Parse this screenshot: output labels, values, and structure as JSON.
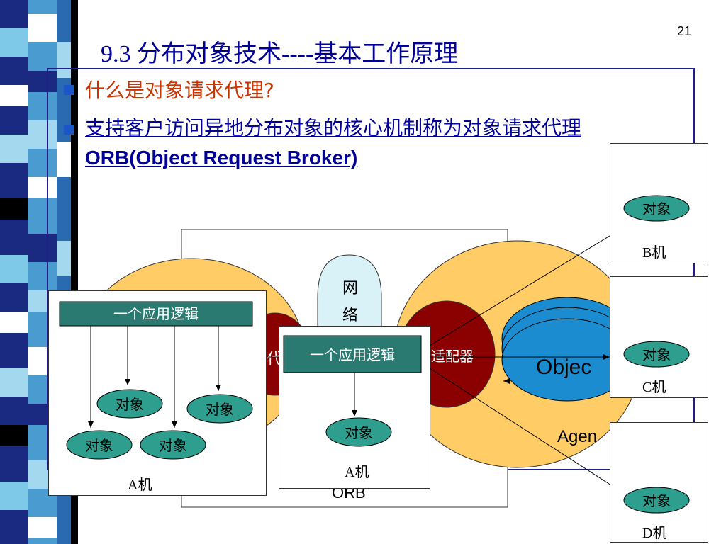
{
  "page_number": "21",
  "title": "9.3 分布对象技术----基本工作原理",
  "question": "什么是对象请求代理?",
  "definition_cn": "支持客户访问异地分布对象的核心机制称为对象请求代理",
  "definition_en": "ORB(Object Request Broker)",
  "diagram": {
    "network_label": "网络",
    "proxy_fragment": "代",
    "adapter_label": "适配器",
    "object_fragment": "Objec",
    "agent_fragment": "Agen",
    "orb_label": "ORB",
    "app_logic": "一个应用逻辑",
    "object_node": "对象",
    "machine_a": "A机",
    "machine_b": "B机",
    "machine_c": "C机",
    "machine_d": "D机"
  },
  "colors": {
    "title": "#000099",
    "question": "#cc3300",
    "node_fill": "#2e9e8e",
    "app_logic_fill": "#2b7a72",
    "orb_ellipse": "#ffcc66",
    "adapter_fill": "#8b0000",
    "network_fill": "#d9f2f7",
    "object_stack": "#1a8ccf"
  }
}
